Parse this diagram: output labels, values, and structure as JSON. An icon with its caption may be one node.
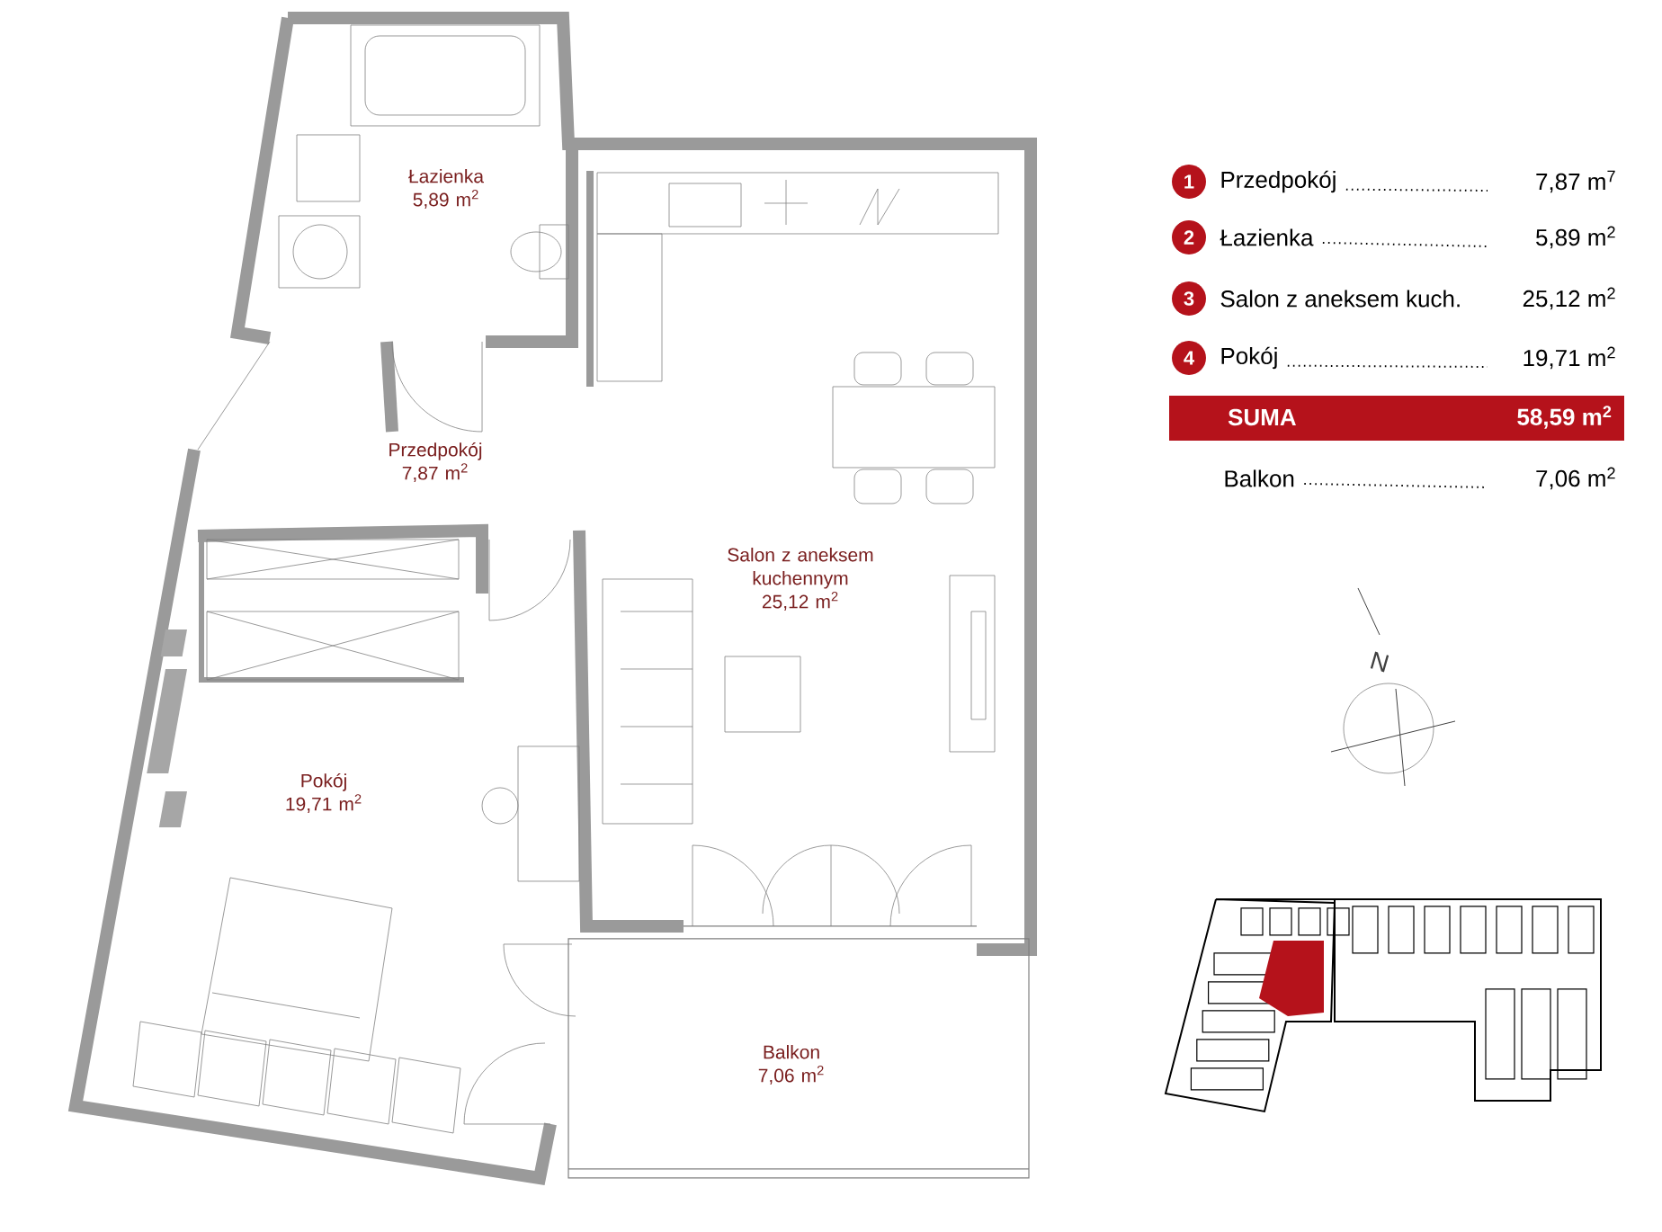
{
  "diagram": {
    "nodes": [
      {
        "text": [
          "Łazienka",
          "5,89 m$^{2}$"
        ]
      },
      {
        "text": [
          "Przedpokój",
          "7,87 m$^{2}$"
        ]
      },
      {
        "text": [
          "Salon z aneksem kuchennym",
          "25,12 m$^{2}$"
        ]
      },
      {
        "text": [
          "Pokój",
          "19,71 m$^{2}$"
        ]
      },
      {
        "text": [
          "Balkon",
          "7,06 m$^{2}$"
        ]
      }
    ],
    "labels": [
      "1",
      "Przedpokój",
      "7,87 m$^{7}$",
      "2",
      "Łazienka",
      "5,89 m$^{2}$",
      "3",
      "Salon z aneksem kuch.",
      "25,12 m$^{2}$",
      "4",
      "Pokój",
      "19,71 m$^{2}$",
      "SUMA",
      "58,59 m$^{2}$",
      "Balkon",
      "7,06 m$^{2}$",
      "N"
    ]
  }
}
